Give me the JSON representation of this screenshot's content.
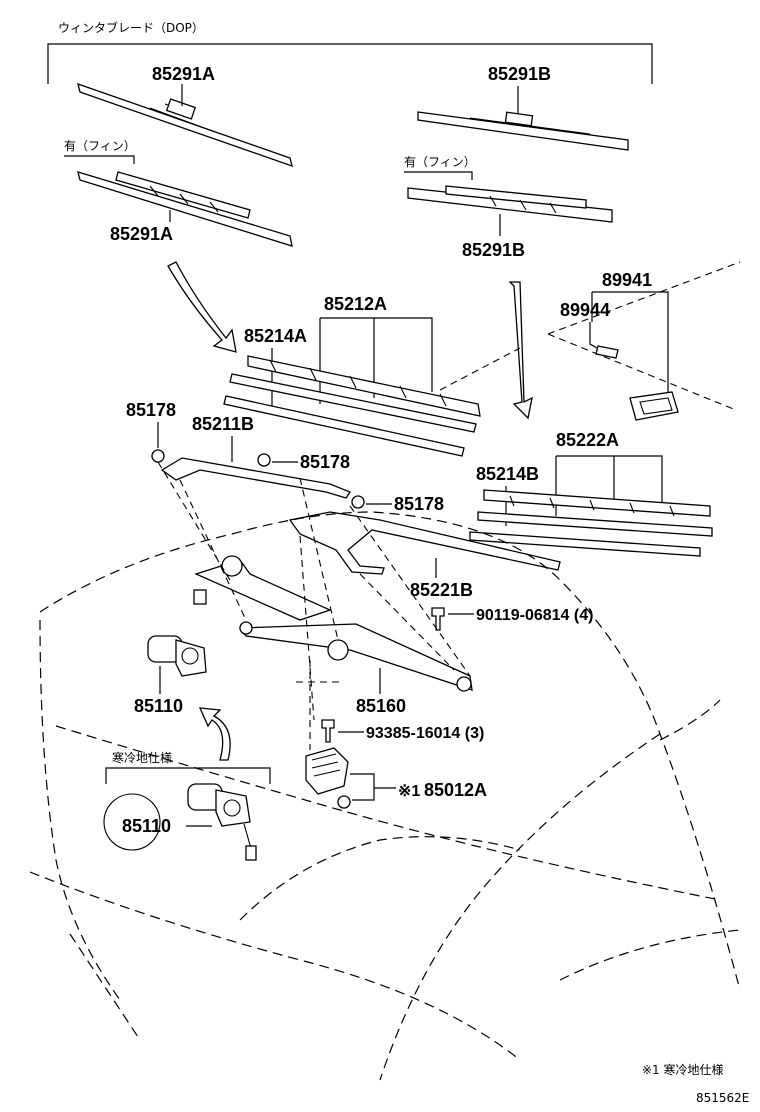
{
  "labels": {
    "dop_title": "ウィンタブレード（DOP）",
    "fin_left": "有（フィン）",
    "fin_right": "有（フィン）",
    "cold_spec": "寒冷地仕様",
    "footnote": "※1 寒冷地仕様",
    "ref_mark": "※1",
    "diagram_id": "851562E"
  },
  "parts": {
    "p85291A_top": "85291A",
    "p85291B_top": "85291B",
    "p85291A_fin": "85291A",
    "p85291B_fin": "85291B",
    "p89941": "89941",
    "p89944": "89944",
    "p85212A": "85212A",
    "p85214A": "85214A",
    "p85178_a": "85178",
    "p85211B": "85211B",
    "p85178_b": "85178",
    "p85178_c": "85178",
    "p85222A": "85222A",
    "p85214B": "85214B",
    "p85221B": "85221B",
    "p90119": "90119-06814 (4)",
    "p85160": "85160",
    "p85110_a": "85110",
    "p93385": "93385-16014 (3)",
    "p85012A": "85012A",
    "p85110_b": "85110"
  }
}
